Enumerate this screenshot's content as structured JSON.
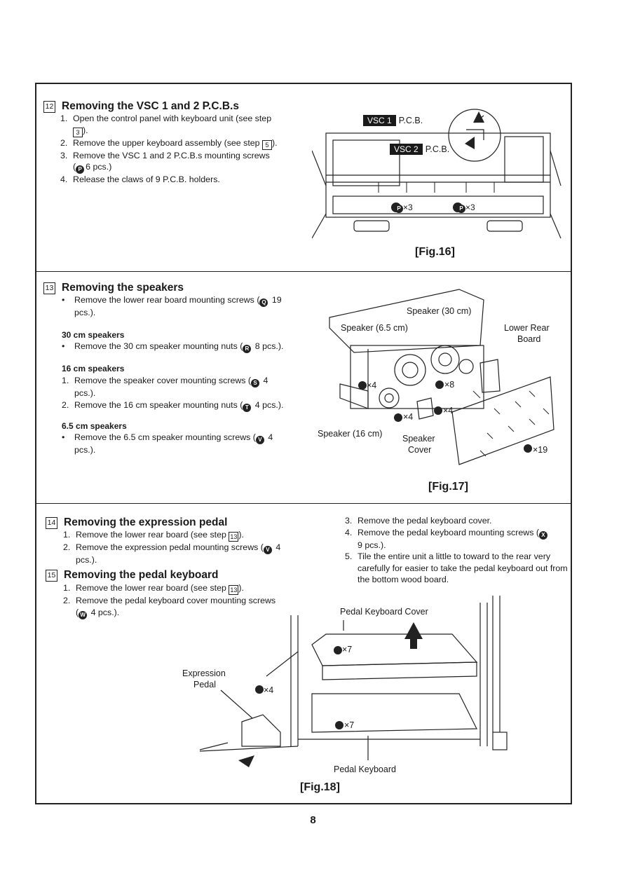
{
  "page_number": "8",
  "step12": {
    "num": "12",
    "title": "Removing the VSC 1 and 2 P.C.B.s",
    "items": [
      {
        "mark": "1.",
        "text": "Open the control panel with keyboard unit (see step",
        "ref": "3",
        "tail": ")."
      },
      {
        "mark": "2.",
        "text": "Remove the upper keyboard assembly (see step",
        "ref": "5",
        "tail": ")."
      },
      {
        "mark": "3.",
        "text": "Remove the VSC 1 and 2 P.C.B.s mounting screws",
        "ref": "",
        "tail": ""
      },
      {
        "mark": "",
        "text": "6 pcs.)",
        "screw": "P",
        "ref": "",
        "tail": ""
      },
      {
        "mark": "4.",
        "text": "Release the claws of 9 P.C.B. holders.",
        "ref": "",
        "tail": ""
      }
    ],
    "fig": {
      "vsc1": "VSC 1",
      "vsc2": "VSC 2",
      "pcb": "P.C.B.",
      "pcb2": "P.C.B.",
      "count_a": "×3",
      "count_b": "×3",
      "screw_letter": "P",
      "caption": "[Fig.16]"
    }
  },
  "step13": {
    "num": "13",
    "title": "Removing the speakers",
    "intro_a": "Remove the lower rear board mounting screws (",
    "intro_screw": "Q",
    "intro_b": " 19",
    "intro_c": "pcs.).",
    "sub30": "30 cm speakers",
    "item30_a": "Remove the 30 cm speaker mounting nuts (",
    "item30_screw": "R",
    "item30_b": " 8 pcs.).",
    "sub16": "16 cm speakers",
    "item16_1a": "Remove the speaker cover mounting screws (",
    "item16_1s": "S",
    "item16_1b": " 4",
    "item16_1c": "pcs.).",
    "item16_2a": "Remove the 16 cm speaker mounting nuts (",
    "item16_2s": "T",
    "item16_2b": " 4 pcs.).",
    "sub65": "6.5 cm speakers",
    "item65_a": "Remove the 6.5 cm speaker mounting screws (",
    "item65_s": "V",
    "item65_b": " 4",
    "item65_c": "pcs.).",
    "fig": {
      "speaker30": "Speaker (30 cm)",
      "speaker65": "Speaker (6.5 cm)",
      "speaker16": "Speaker (16 cm)",
      "lower_rear": "Lower Rear",
      "board": "Board",
      "speaker_cover_a": "Speaker",
      "speaker_cover_b": "Cover",
      "v_count": "×4",
      "r_count": "×8",
      "s_count": "×4",
      "t_count": "×4",
      "q_count": "×19",
      "caption": "[Fig.17]"
    }
  },
  "step14": {
    "num": "14",
    "title": "Removing the expression pedal",
    "item1a": "Remove the lower rear board (see step",
    "item1ref": "13",
    "item1b": ").",
    "item2a": "Remove the expression pedal mounting screws (",
    "item2s": "V",
    "item2b": " 4",
    "item2c": "pcs.)."
  },
  "step15": {
    "num": "15",
    "title": "Removing the pedal keyboard",
    "item1a": "Remove the lower rear board (see step",
    "item1ref": "13",
    "item1b": ").",
    "item2a": "Remove the pedal keyboard cover mounting screws",
    "item2s": "W",
    "item2b": " 4 pcs.).",
    "item3": "Remove the pedal keyboard cover.",
    "item4a": "Remove the pedal keyboard mounting screws (",
    "item4s": "X",
    "item4b": "9 pcs.).",
    "item5": "Tile the entire unit a little to toward to the rear very carefully for easier to take the pedal keyboard out from the bottom wood board.",
    "fig": {
      "pedal_cover": "Pedal Keyboard Cover",
      "expression_a": "Expression",
      "expression_b": "Pedal",
      "pedal_keyboard": "Pedal Keyboard",
      "w_count": "×7",
      "v_count": "×4",
      "x_count": "×7",
      "caption": "[Fig.18]"
    }
  }
}
